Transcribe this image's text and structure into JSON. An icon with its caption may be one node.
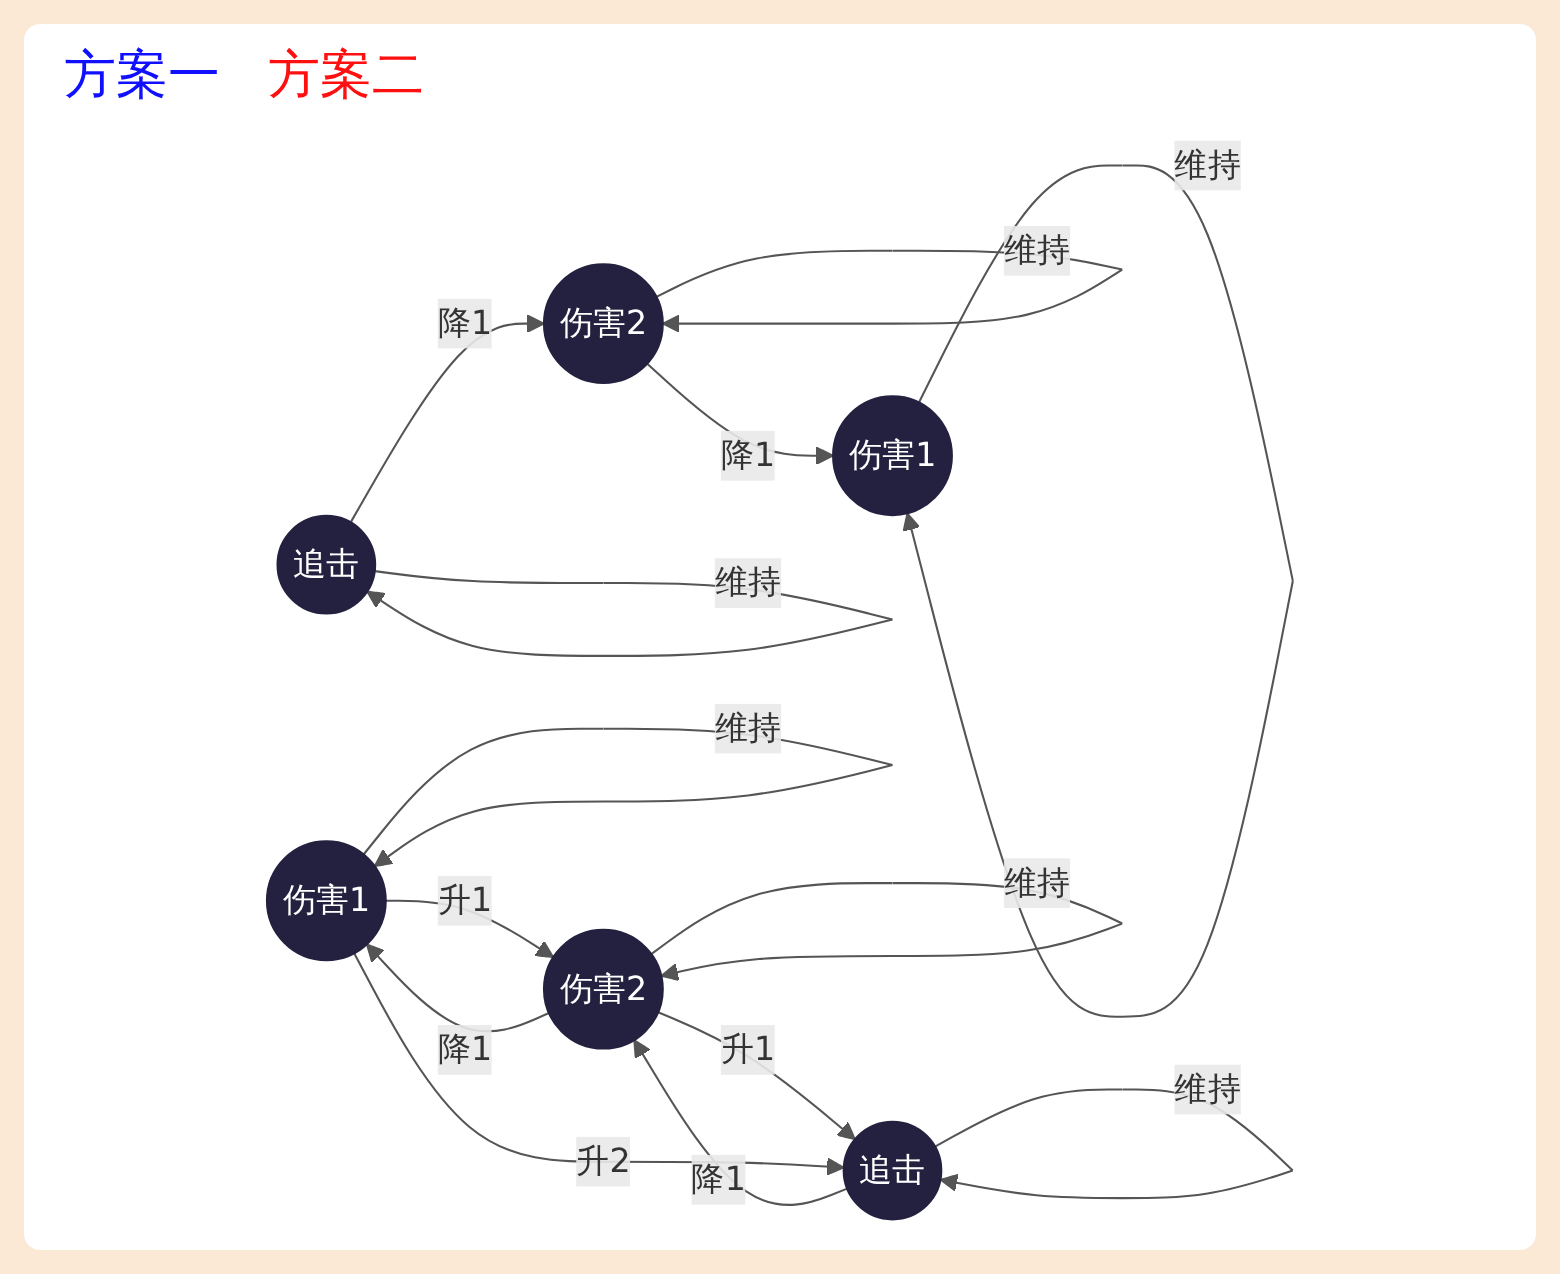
{
  "diagram": {
    "nodes": [
      {
        "text": [
          "伤害1"
        ]
      },
      {
        "text": [
          "伤害2"
        ]
      },
      {
        "text": [
          "追击"
        ]
      },
      {
        "text": [
          "伤害1"
        ]
      },
      {
        "text": [
          "伤害2"
        ]
      },
      {
        "text": [
          "追击"
        ]
      }
    ],
    "edges": [
      {
        "from": 0,
        "to": 0,
        "arrow": "to",
        "label": "维持"
      },
      {
        "from": 1,
        "to": 0,
        "arrow": "to",
        "label": "降1"
      },
      {
        "from": 1,
        "to": 1,
        "arrow": "to",
        "label": "维持"
      },
      {
        "from": 2,
        "to": 1,
        "arrow": "to",
        "label": "降1"
      },
      {
        "from": 2,
        "to": 2,
        "arrow": "to",
        "label": "维持"
      },
      {
        "from": 3,
        "to": 3,
        "arrow": "to",
        "label": "维持"
      },
      {
        "from": 3,
        "to": 4,
        "arrow": "to",
        "label": "升1"
      },
      {
        "from": 4,
        "to": 5,
        "arrow": "to",
        "label": "升1"
      },
      {
        "from": 4,
        "to": 3,
        "arrow": "to",
        "label": "降1"
      },
      {
        "from": 4,
        "to": 4,
        "arrow": "to",
        "label": "维持"
      },
      {
        "from": 5,
        "to": 4,
        "arrow": "to",
        "label": "降1"
      },
      {
        "from": 5,
        "to": 5,
        "arrow": "to",
        "label": "维持"
      },
      {
        "from": 3,
        "to": 5,
        "arrow": "to",
        "label": "升2"
      }
    ],
    "labels": [
      "方案一",
      "方案二"
    ]
  }
}
